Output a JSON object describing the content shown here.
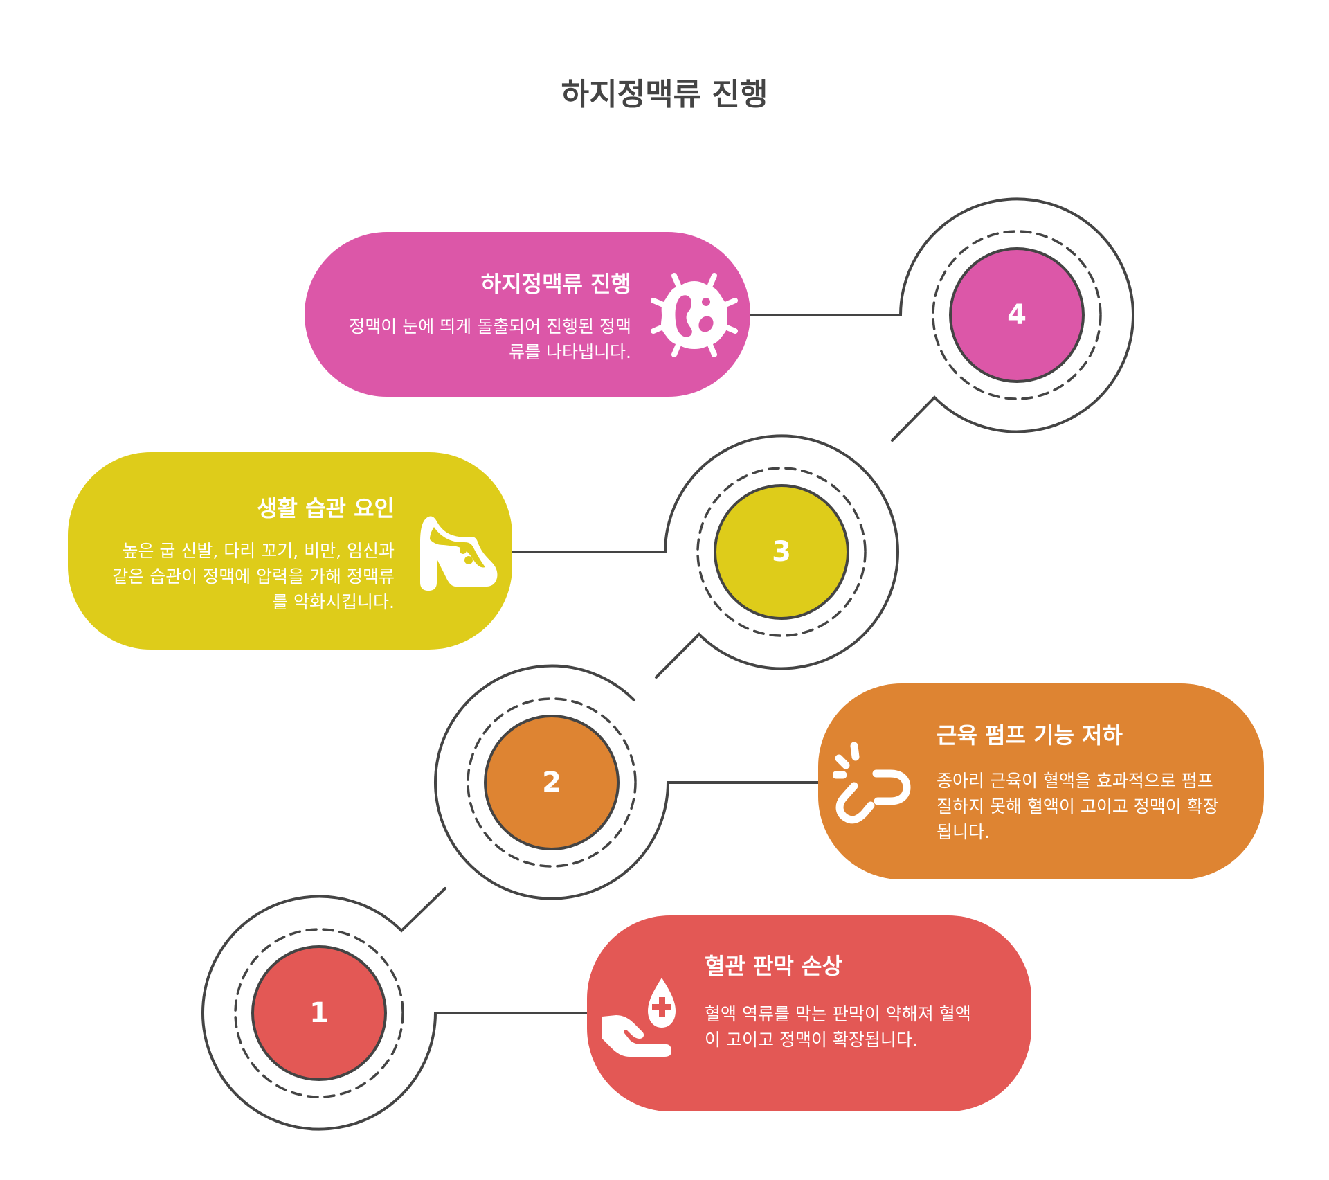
{
  "title": "하지정맥류 진행",
  "colors": {
    "pink": "#DC57A8",
    "yellow": "#DECC1A",
    "orange": "#DE8432",
    "red": "#E35855",
    "outline": "#444444"
  },
  "steps": [
    {
      "number": "1",
      "heading": "혈관 판막 손상",
      "body": "혈액 역류를 막는 판막이 약해져 혈액이 고이고 정맥이 확장됩니다.",
      "icon": "hand-blood-drop-icon",
      "color": "#E35855"
    },
    {
      "number": "2",
      "heading": "근육 펌프 기능 저하",
      "body": "종아리 근육이 혈액을 효과적으로 펌프질하지 못해 혈액이 고이고 정맥이 확장됩니다.",
      "icon": "broken-link-icon",
      "color": "#DE8432"
    },
    {
      "number": "3",
      "heading": "생활 습관 요인",
      "body": "높은 굽 신발, 다리 꼬기, 비만, 임신과 같은 습관이 정맥에 압력을 가해 정맥류를 악화시킵니다.",
      "icon": "high-heel-shoe-icon",
      "color": "#DECC1A"
    },
    {
      "number": "4",
      "heading": "하지정맥류 진행",
      "body": "정맥이 눈에 띄게 돌출되어 진행된 정맥류를 나타냅니다.",
      "icon": "virus-icon",
      "color": "#DC57A8"
    }
  ]
}
